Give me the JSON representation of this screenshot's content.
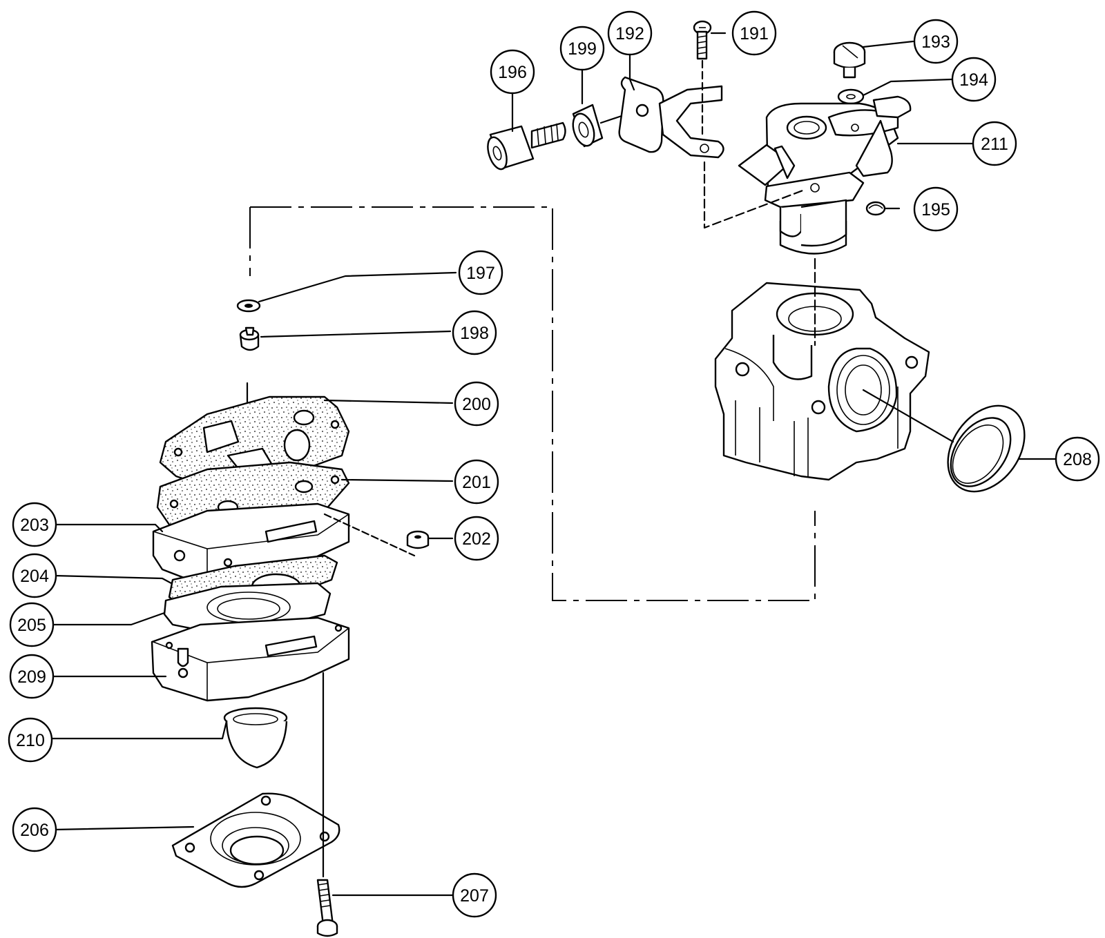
{
  "callouts": [
    {
      "id": "c191",
      "label": "191"
    },
    {
      "id": "c192",
      "label": "192"
    },
    {
      "id": "c193",
      "label": "193"
    },
    {
      "id": "c194",
      "label": "194"
    },
    {
      "id": "c195",
      "label": "195"
    },
    {
      "id": "c196",
      "label": "196"
    },
    {
      "id": "c197",
      "label": "197"
    },
    {
      "id": "c198",
      "label": "198"
    },
    {
      "id": "c199",
      "label": "199"
    },
    {
      "id": "c200",
      "label": "200"
    },
    {
      "id": "c201",
      "label": "201"
    },
    {
      "id": "c202",
      "label": "202"
    },
    {
      "id": "c203",
      "label": "203"
    },
    {
      "id": "c204",
      "label": "204"
    },
    {
      "id": "c205",
      "label": "205"
    },
    {
      "id": "c206",
      "label": "206"
    },
    {
      "id": "c207",
      "label": "207"
    },
    {
      "id": "c208",
      "label": "208"
    },
    {
      "id": "c209",
      "label": "209"
    },
    {
      "id": "c210",
      "label": "210"
    },
    {
      "id": "c211",
      "label": "211"
    }
  ]
}
